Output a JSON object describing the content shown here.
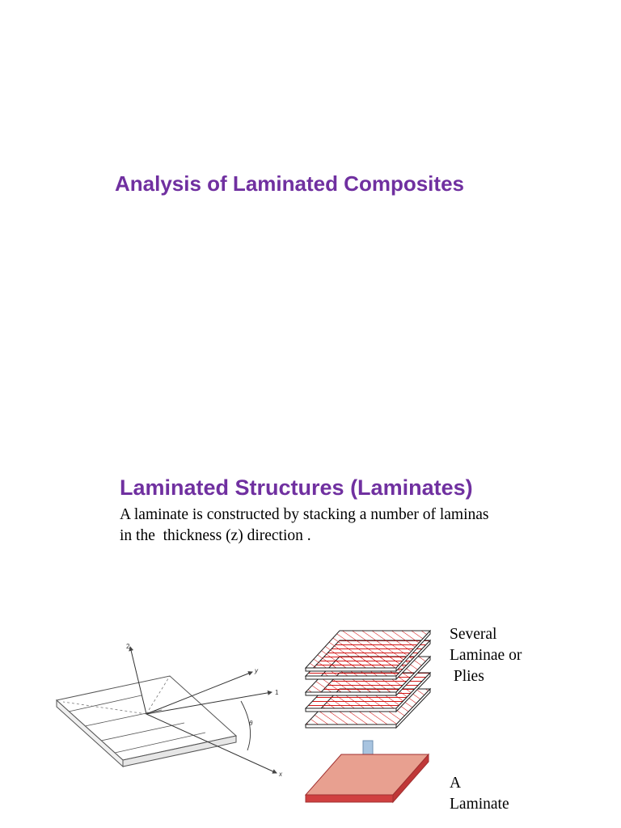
{
  "slide1": {
    "title": "Analysis of Laminated Composites"
  },
  "slide2": {
    "title": "Laminated Structures (Laminates)",
    "body_lines": [
      "A laminate is constructed by stacking a number of laminas",
      "in the  thickness (z) direction ."
    ],
    "figure_left": {
      "axis_labels": [
        "2",
        "y",
        "1",
        "θ",
        "x"
      ]
    },
    "figure_right": {
      "plies_label_lines": [
        "Several",
        "Laminae or",
        " Plies"
      ],
      "laminate_label_lines": [
        "A",
        "Laminate"
      ],
      "colors": {
        "ply_stripe": "#d00000",
        "laminate_top": "#e8a090",
        "laminate_side": "#d04040",
        "arrow": "#a8c4e0"
      }
    }
  }
}
